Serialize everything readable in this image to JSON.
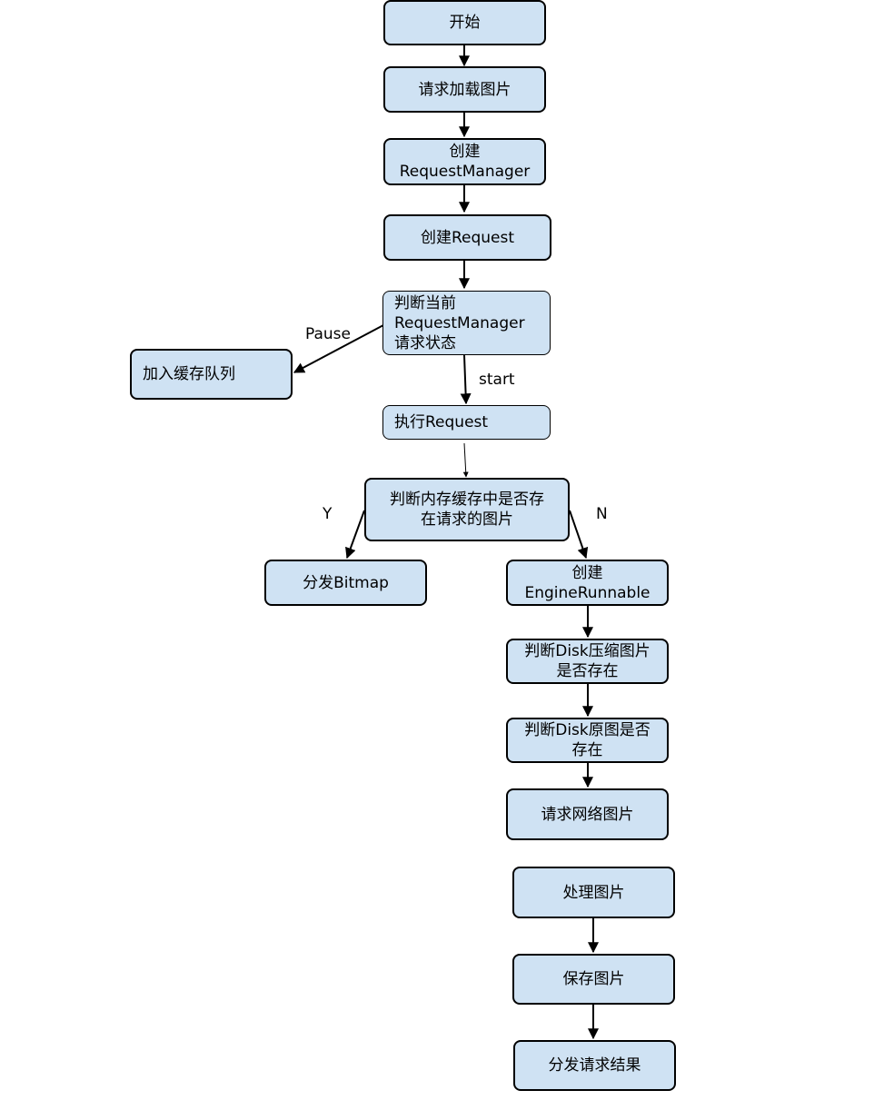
{
  "nodes": {
    "start": "开始",
    "request_load": "请求加载图片",
    "create_manager": "创建\nRequestManager",
    "create_request": "创建Request",
    "check_state": "判断当前\nRequestManager\n请求状态",
    "add_queue": "加入缓存队列",
    "exec_request": "执行Request",
    "check_memory": "判断内存缓存中是否存\n在请求的图片",
    "dispatch_bitmap": "分发Bitmap",
    "create_engine": "创建\nEngineRunnable",
    "check_disk_compressed": "判断Disk压缩图片\n是否存在",
    "check_disk_original": "判断Disk原图是否\n存在",
    "request_network": "请求网络图片",
    "process_image": "处理图片",
    "save_image": "保存图片",
    "dispatch_result": "分发请求结果"
  },
  "edge_labels": {
    "pause": "Pause",
    "start": "start",
    "yes": "Y",
    "no": "N"
  },
  "colors": {
    "node_fill": "#cfe2f3",
    "stroke": "#000000"
  }
}
